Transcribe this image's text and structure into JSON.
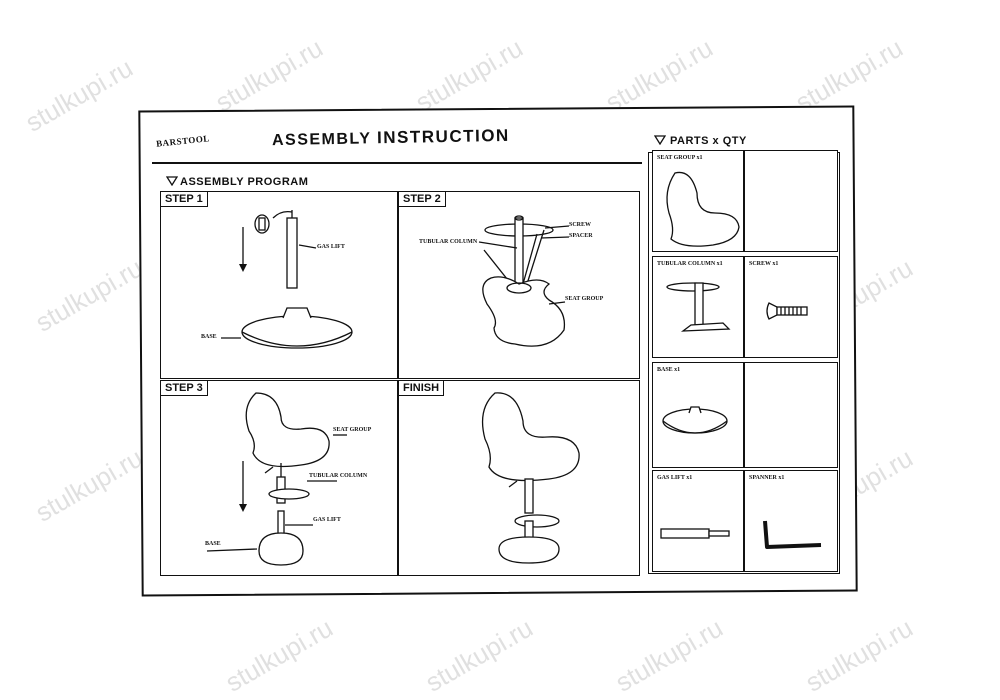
{
  "header": {
    "brand": "BARSTOOL",
    "title_a": "ASSEMBLY",
    "title_b": "INSTRUCTION"
  },
  "program": {
    "label": "ASSEMBLY PROGRAM",
    "steps": [
      {
        "tag": "STEP 1",
        "labels": [
          "GAS LIFT",
          "BASE"
        ]
      },
      {
        "tag": "STEP 2",
        "labels": [
          "SCREW",
          "SPACER",
          "TUBULAR COLUMN",
          "SEAT GROUP"
        ]
      },
      {
        "tag": "STEP 3",
        "labels": [
          "SEAT GROUP",
          "TUBULAR COLUMN",
          "GAS LIFT",
          "BASE"
        ]
      },
      {
        "tag": "FINISH",
        "labels": []
      }
    ]
  },
  "parts": {
    "label": "PARTS x QTY",
    "items": [
      {
        "label": "SEAT GROUP x1"
      },
      {
        "label": "TUBULAR COLUMN x1"
      },
      {
        "label": "SCREW x1"
      },
      {
        "label": "BASE x1"
      },
      {
        "label": "GAS LIFT x1"
      },
      {
        "label": "SPANNER x1"
      }
    ]
  },
  "watermark": "stulkupi.ru"
}
